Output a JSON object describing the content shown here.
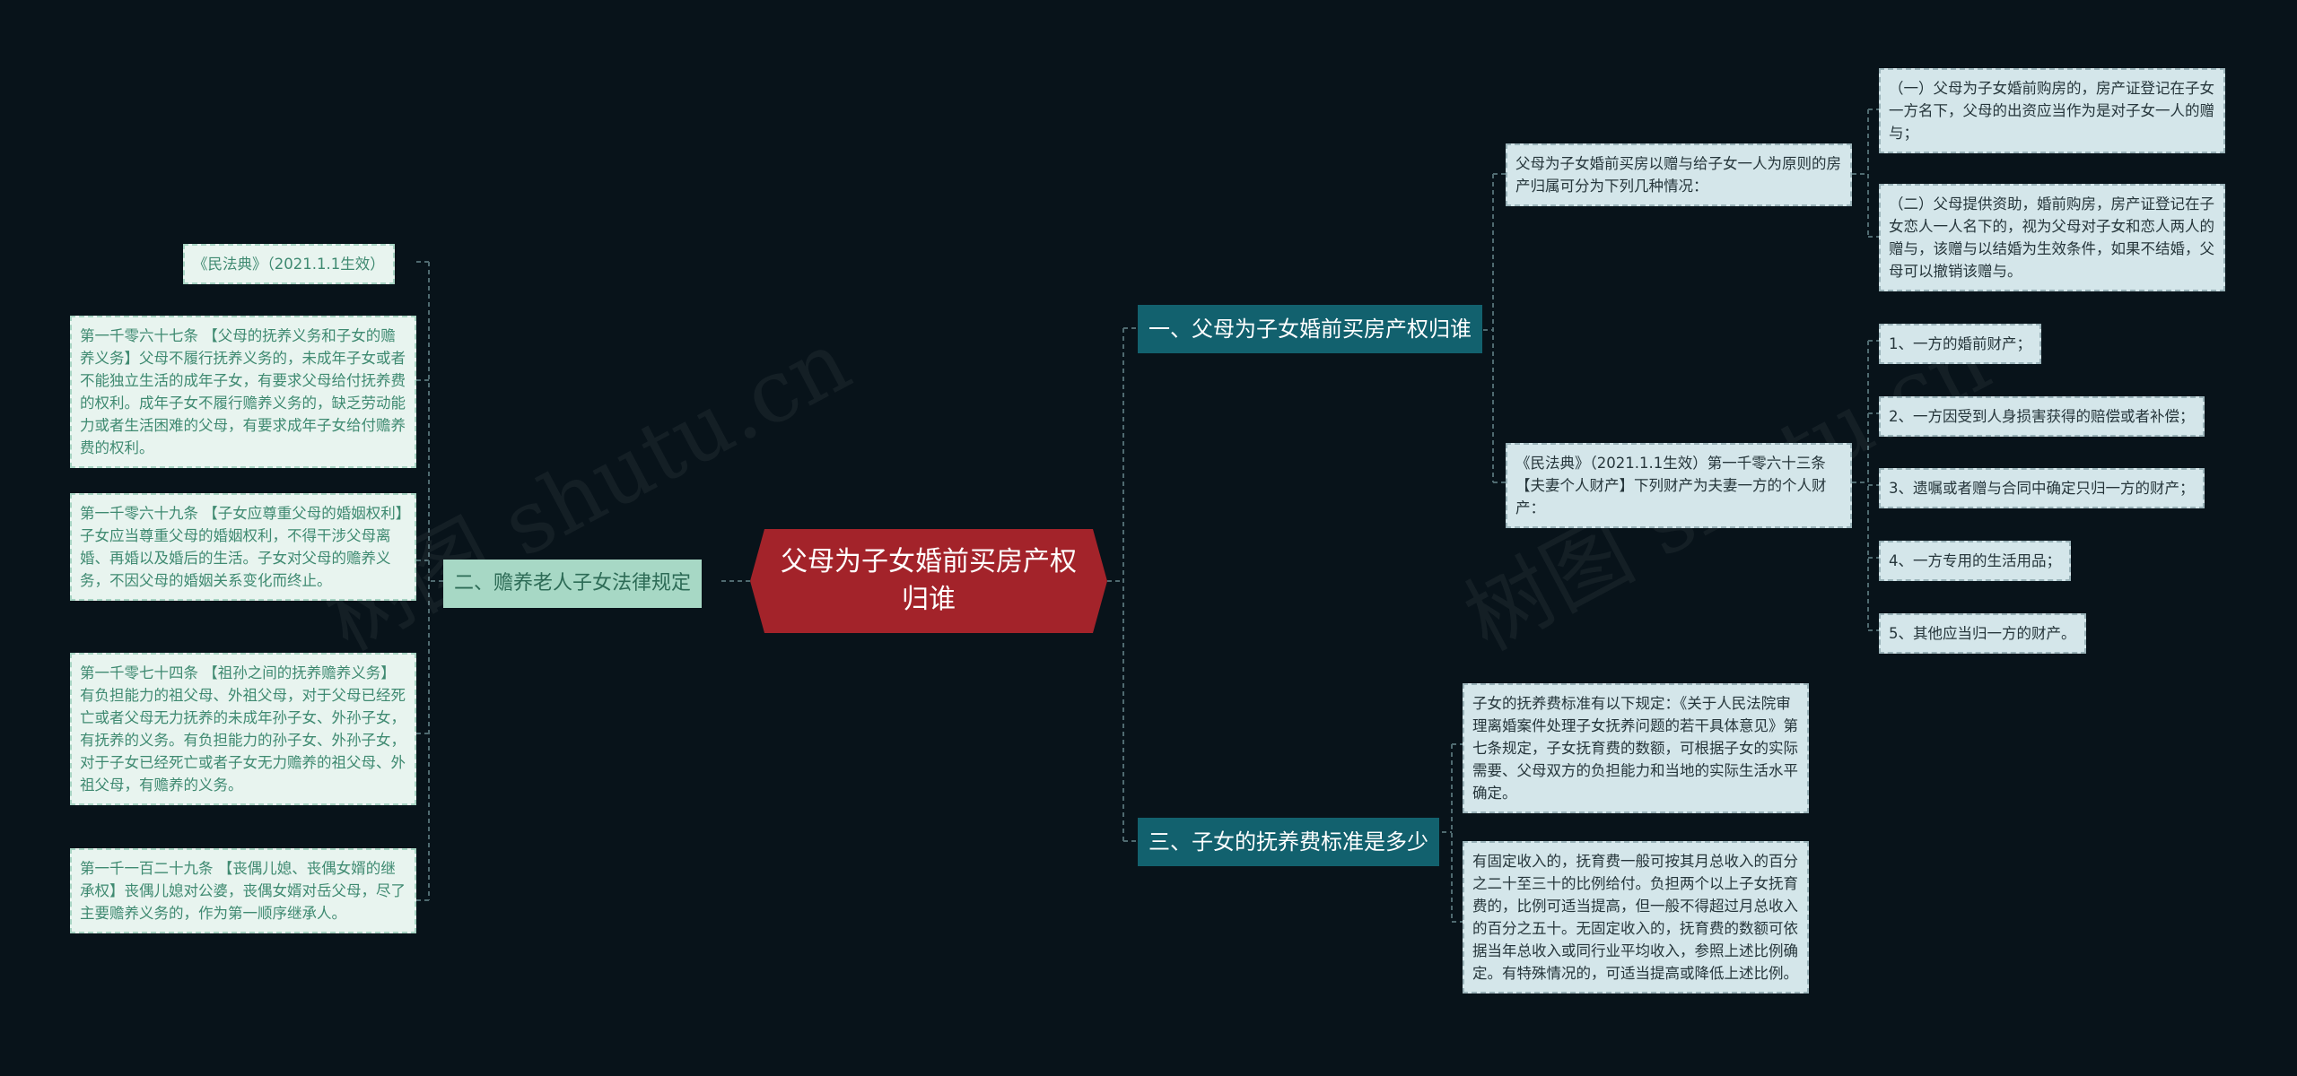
{
  "title": "父母为子女婚前买房产权归谁",
  "watermark": "树图 shutu.cn",
  "branches": {
    "b1": "一、父母为子女婚前买房产权归谁",
    "b2": "二、赡养老人子女法律规定",
    "b3": "三、子女的抚养费标准是多少"
  },
  "b1_children": {
    "intro": "父母为子女婚前买房以赠与给子女一人为原则的房产归属可分为下列几种情况：",
    "case1": "（一）父母为子女婚前购房的，房产证登记在子女一方名下，父母的出资应当作为是对子女一人的赠与；",
    "case2": "（二）父母提供资助，婚前购房，房产证登记在子女恋人一人名下的，视为父母对子女和恋人两人的赠与，该赠与以结婚为生效条件，如果不结婚，父母可以撤销该赠与。",
    "law": "《民法典》（2021.1.1生效）第一千零六十三条 【夫妻个人财产】下列财产为夫妻一方的个人财产：",
    "items": [
      "1、一方的婚前财产；",
      "2、一方因受到人身损害获得的赔偿或者补偿；",
      "3、遗嘱或者赠与合同中确定只归一方的财产；",
      "4、一方专用的生活用品；",
      "5、其他应当归一方的财产。"
    ]
  },
  "b2_children": [
    "《民法典》（2021.1.1生效）",
    "第一千零六十七条 【父母的抚养义务和子女的赡养义务】父母不履行抚养义务的，未成年子女或者不能独立生活的成年子女，有要求父母给付抚养费的权利。成年子女不履行赡养义务的，缺乏劳动能力或者生活困难的父母，有要求成年子女给付赡养费的权利。",
    "第一千零六十九条 【子女应尊重父母的婚姻权利】子女应当尊重父母的婚姻权利，不得干涉父母离婚、再婚以及婚后的生活。子女对父母的赡养义务，不因父母的婚姻关系变化而终止。",
    "第一千零七十四条 【祖孙之间的抚养赡养义务】有负担能力的祖父母、外祖父母，对于父母已经死亡或者父母无力抚养的未成年孙子女、外孙子女，有抚养的义务。有负担能力的孙子女、外孙子女，对于子女已经死亡或者子女无力赡养的祖父母、外祖父母，有赡养的义务。",
    "第一千一百二十九条 【丧偶儿媳、丧偶女婿的继承权】丧偶儿媳对公婆，丧偶女婿对岳父母，尽了主要赡养义务的，作为第一顺序继承人。"
  ],
  "b3_children": [
    "子女的抚养费标准有以下规定：《关于人民法院审理离婚案件处理子女抚养问题的若干具体意见》第七条规定，子女抚育费的数额，可根据子女的实际需要、父母双方的负担能力和当地的实际生活水平确定。",
    "有固定收入的，抚育费一般可按其月总收入的百分之二十至三十的比例给付。负担两个以上子女抚育费的，比例可适当提高，但一般不得超过月总收入的百分之五十。无固定收入的，抚育费的数额可依据当年总收入或同行业平均收入，参照上述比例确定。有特殊情况的，可适当提高或降低上述比例。"
  ],
  "colors": {
    "background": "#08131a",
    "root": "#a3232a",
    "branch_right": "#12616e",
    "branch_left": "#a7d8c5",
    "leaf_right": "#d4e6ea",
    "leaf_left": "#e8f4ef",
    "connector": "#4f6a70"
  }
}
